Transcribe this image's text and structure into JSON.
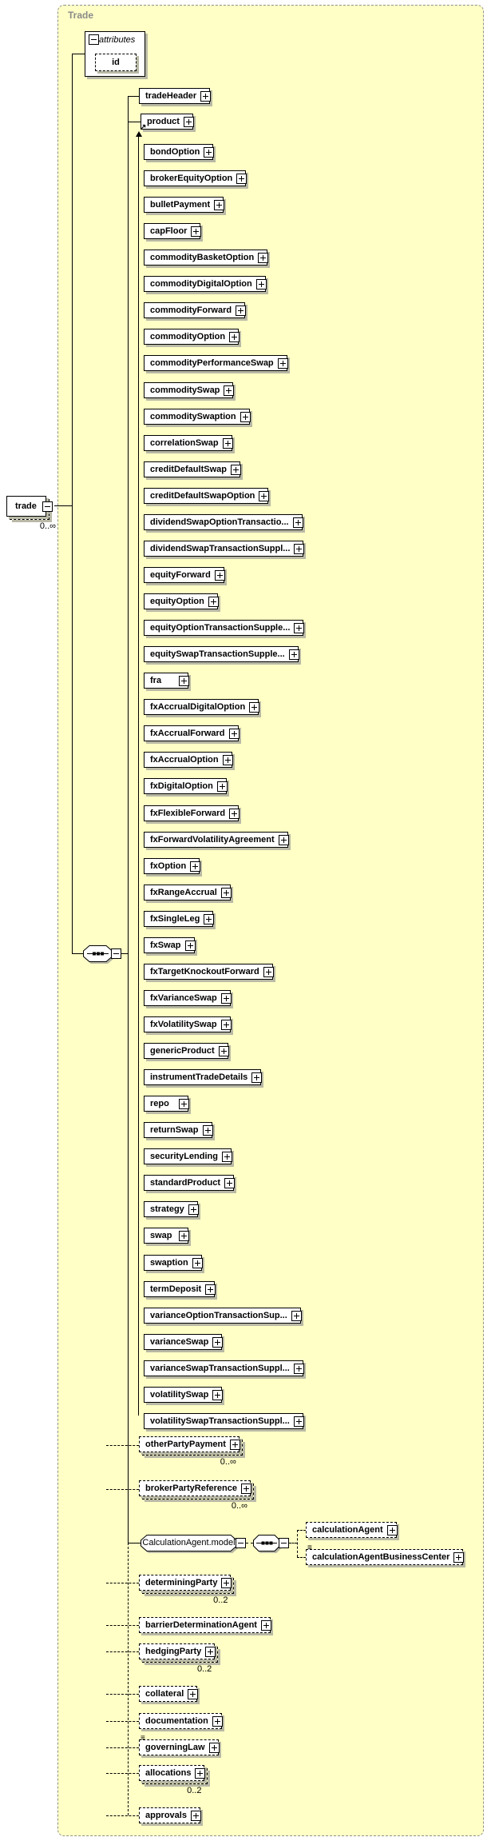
{
  "window": {
    "title": "Trade"
  },
  "attributes_group": {
    "label": "attributes",
    "attributes": [
      {
        "name": "id"
      }
    ]
  },
  "root": {
    "name": "trade",
    "occurrence": "0..∞"
  },
  "compositor": "sequence",
  "direct_children": [
    {
      "name": "tradeHeader"
    },
    {
      "name": "product",
      "is_reference": true
    }
  ],
  "product_substitutions": [
    "bondOption",
    "brokerEquityOption",
    "bulletPayment",
    "capFloor",
    "commodityBasketOption",
    "commodityDigitalOption",
    "commodityForward",
    "commodityOption",
    "commodityPerformanceSwap",
    "commoditySwap",
    "commoditySwaption",
    "correlationSwap",
    "creditDefaultSwap",
    "creditDefaultSwapOption",
    "dividendSwapOptionTransactio...",
    "dividendSwapTransactionSuppl...",
    "equityForward",
    "equityOption",
    "equityOptionTransactionSupple...",
    "equitySwapTransactionSupple...",
    "fra",
    "fxAccrualDigitalOption",
    "fxAccrualForward",
    "fxAccrualOption",
    "fxDigitalOption",
    "fxFlexibleForward",
    "fxForwardVolatilityAgreement",
    "fxOption",
    "fxRangeAccrual",
    "fxSingleLeg",
    "fxSwap",
    "fxTargetKnockoutForward",
    "fxVarianceSwap",
    "fxVolatilitySwap",
    "genericProduct",
    "instrumentTradeDetails",
    "repo",
    "returnSwap",
    "securityLending",
    "standardProduct",
    "strategy",
    "swap",
    "swaption",
    "termDeposit",
    "varianceOptionTransactionSup...",
    "varianceSwap",
    "varianceSwapTransactionSuppl...",
    "volatilitySwap",
    "volatilitySwapTransactionSuppl..."
  ],
  "optional_children_upper": [
    {
      "name": "otherPartyPayment",
      "occurrence": "0..∞"
    },
    {
      "name": "brokerPartyReference",
      "occurrence": "0..∞"
    }
  ],
  "model_group": {
    "label": "CalculationAgent.model",
    "children": [
      {
        "name": "calculationAgent"
      },
      {
        "name": "calculationAgentBusinessCenter",
        "has_annotation_marker": true
      }
    ]
  },
  "optional_children_lower": [
    {
      "name": "determiningParty",
      "occurrence": "0..2"
    },
    {
      "name": "barrierDeterminationAgent"
    },
    {
      "name": "hedgingParty",
      "occurrence": "0..2"
    },
    {
      "name": "collateral"
    },
    {
      "name": "documentation"
    },
    {
      "name": "governingLaw",
      "has_annotation_marker": true
    },
    {
      "name": "allocations",
      "occurrence": "0..2"
    },
    {
      "name": "approvals"
    }
  ],
  "colors": {
    "canvas_bg": "#ffffc6",
    "box_bg": "#ffffff",
    "box_border": "#000000",
    "shadow": "#b9b9a6",
    "scope_border": "#8f8f8f",
    "scope_title": "#8a8a8a"
  }
}
